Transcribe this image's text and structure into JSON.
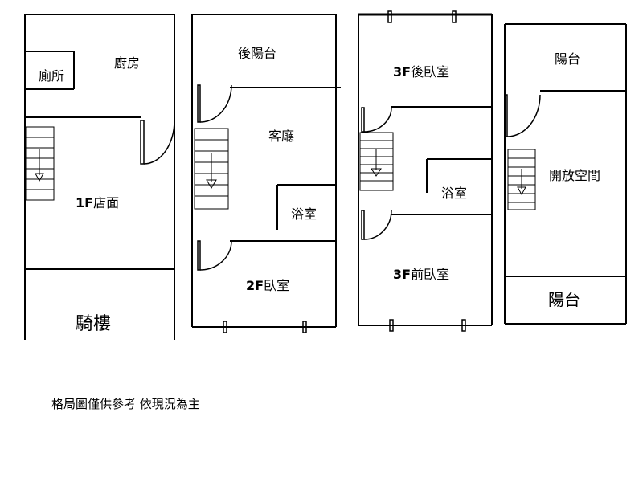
{
  "floors": {
    "f1": {
      "toilet": "廁所",
      "kitchen": "廚房",
      "shop_level": "1F",
      "shop_name": "店面",
      "arcade": "騎樓"
    },
    "f2": {
      "rear_balcony": "後陽台",
      "living_room": "客廳",
      "bathroom": "浴室",
      "bedroom_level": "2F",
      "bedroom_name": "臥室"
    },
    "f3": {
      "rear_level": "3F",
      "rear_name": "後臥室",
      "bathroom": "浴室",
      "front_level": "3F",
      "front_name": "前臥室"
    },
    "f4": {
      "balcony_top": "陽台",
      "open_space": "開放空間",
      "balcony_bottom": "陽台"
    }
  },
  "note": "格局圖僅供參考 依現況為主"
}
